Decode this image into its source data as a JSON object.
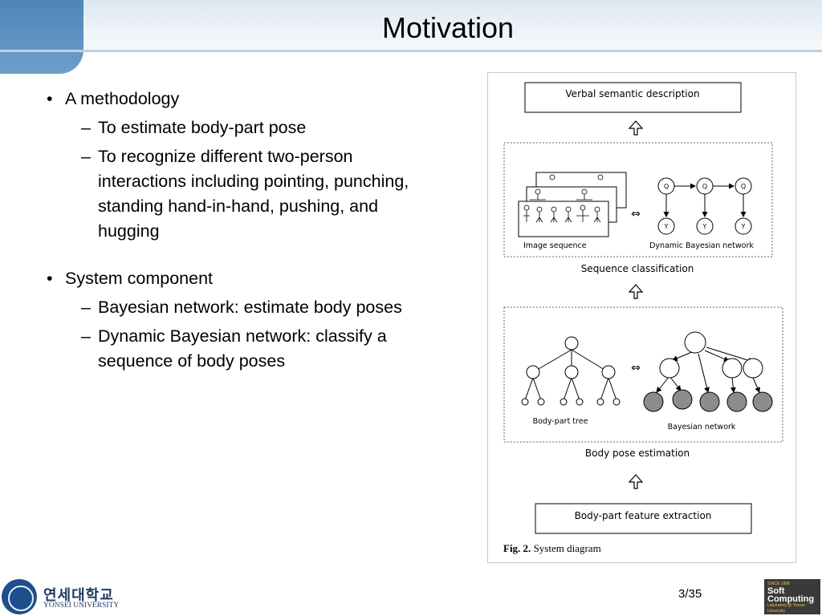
{
  "slide": {
    "title": "Motivation",
    "page_number": "3/35"
  },
  "bullets": [
    {
      "text": "A methodology",
      "sub": [
        "To estimate body-part pose",
        "To recognize different two-person interactions including pointing, punching, standing hand-in-hand, pushing, and hugging"
      ]
    },
    {
      "text": "System component",
      "sub": [
        "Bayesian network: estimate body poses",
        "Dynamic Bayesian network: classify a sequence of body poses"
      ]
    }
  ],
  "figure": {
    "top_box": "Verbal semantic description",
    "image_sequence": "Image sequence",
    "dbn": "Dynamic Bayesian network",
    "sequence_classification": "Sequence classification",
    "body_part_tree": "Body-part tree",
    "bayesian_network": "Bayesian network",
    "body_pose_estimation": "Body pose estimation",
    "bottom_box": "Body-part feature extraction",
    "caption_bold": "Fig. 2.",
    "caption_text": "System diagram",
    "dbn_nodes": [
      "Q",
      "Q",
      "Q",
      "Y",
      "Y",
      "Y"
    ]
  },
  "footer": {
    "university_ko": "연세대학교",
    "university_en": "YONSEI UNIVERSITY",
    "lab_since": "SINCE 1998",
    "lab_name_1": "Soft",
    "lab_name_2": "Computing",
    "lab_sub": "Laboratory @ Yonsei University"
  },
  "colors": {
    "header_accent": "#4e86b9",
    "filled_node": "#8c8c8c"
  }
}
